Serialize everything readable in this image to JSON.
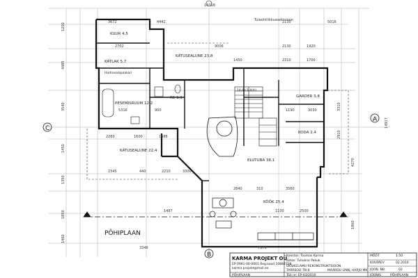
{
  "plan_title": "PÕHIPLAAN",
  "north_note": "Tuleohtlikkussektsioon",
  "axes": {
    "top": "A",
    "left": "C",
    "right": "A",
    "bottom": "B"
  },
  "rooms": [
    "KUUR 4,5",
    "KATLAK 5,7",
    "KATUSEALUNE 23,8",
    "Hüdrosalapaakail",
    "PESEMISRUUM 12,2",
    "RC 1,1",
    "GARDER 3,8",
    "KODA 2,4",
    "KATUSEALUNE 22,4",
    "ELUTUBA 38,1",
    "KÖÖK 25,4",
    "14,8+3,4(tr)"
  ],
  "dimensions": {
    "top_overall": "14318",
    "top_row": [
      "3672",
      "4442",
      "2130",
      "5016"
    ],
    "upper_row": [
      "2702",
      "9006",
      "2130",
      "1920"
    ],
    "mid_row_a": [
      "1450",
      "2310",
      "1700"
    ],
    "mid_row_b": [
      "5316",
      "900",
      "1190",
      "3030"
    ],
    "left_mid": [
      "2260",
      "1600",
      "1686"
    ],
    "left_low": [
      "2345",
      "440",
      "2210",
      "3300"
    ],
    "bottom_row": [
      "2840",
      "310",
      "3560"
    ],
    "lower_row": [
      "1487",
      "1100",
      "2500"
    ],
    "bottom_overall": [
      "3348",
      "7570"
    ],
    "right_side": [
      "3310",
      "2910",
      "4270",
      "1860"
    ],
    "left_side": [
      "1200",
      "4485",
      "3540",
      "1450",
      "1350",
      "1850",
      "1460"
    ],
    "right_overall": "14917"
  },
  "title_block": {
    "company": "KARMA PROJEKT OÜ",
    "company_sub": "EP 0981-00-0001 Reg.kood 10884708",
    "company_mail": "karma.projekt@mail.ee",
    "drawn_by": "Koostas: Toomas Karma",
    "checked_by": "Kotas: Tullukne Pakuk",
    "project_title": "ÜKSIKELAMU REKONSTRUKTSIOON",
    "project_sub": "TARASOO TN 8",
    "project_addr": "MAARDU LINN, HARJU MK",
    "doc_no": "Töö nr: EP-03/2010",
    "sheet_name": "PÕHIPLAAN",
    "scale_label": "MÕÕT",
    "scale": "1:50",
    "date_label": "KUUPÄEV",
    "date": "02.2010",
    "sheet_label": "JOON. NR.",
    "sheet_no": "02",
    "stage_label": "JOONIS",
    "stage_value": "PÕHIPLAAN"
  }
}
